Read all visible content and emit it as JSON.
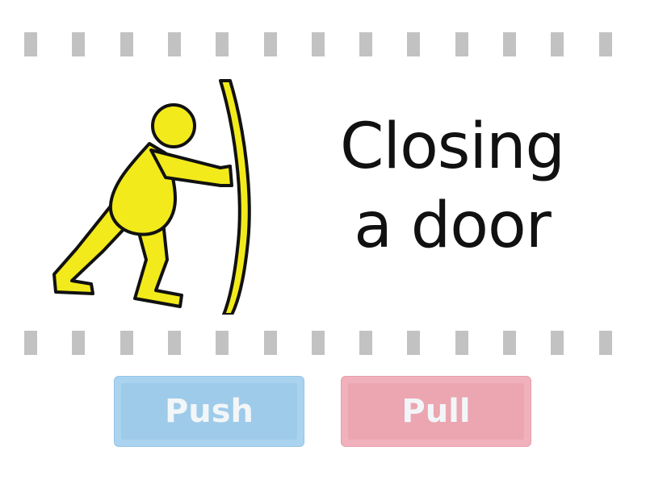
{
  "question": {
    "caption_line1": "Closing",
    "caption_line2": "a door",
    "image_icon": "person-pushing-door-icon"
  },
  "answers": [
    {
      "label": "Push",
      "color": "#a9d3ef"
    },
    {
      "label": "Pull",
      "color": "#f1b1bc"
    }
  ],
  "colors": {
    "figure_fill": "#f2ea1b",
    "divider": "#c2c2c2",
    "text": "#111111"
  }
}
